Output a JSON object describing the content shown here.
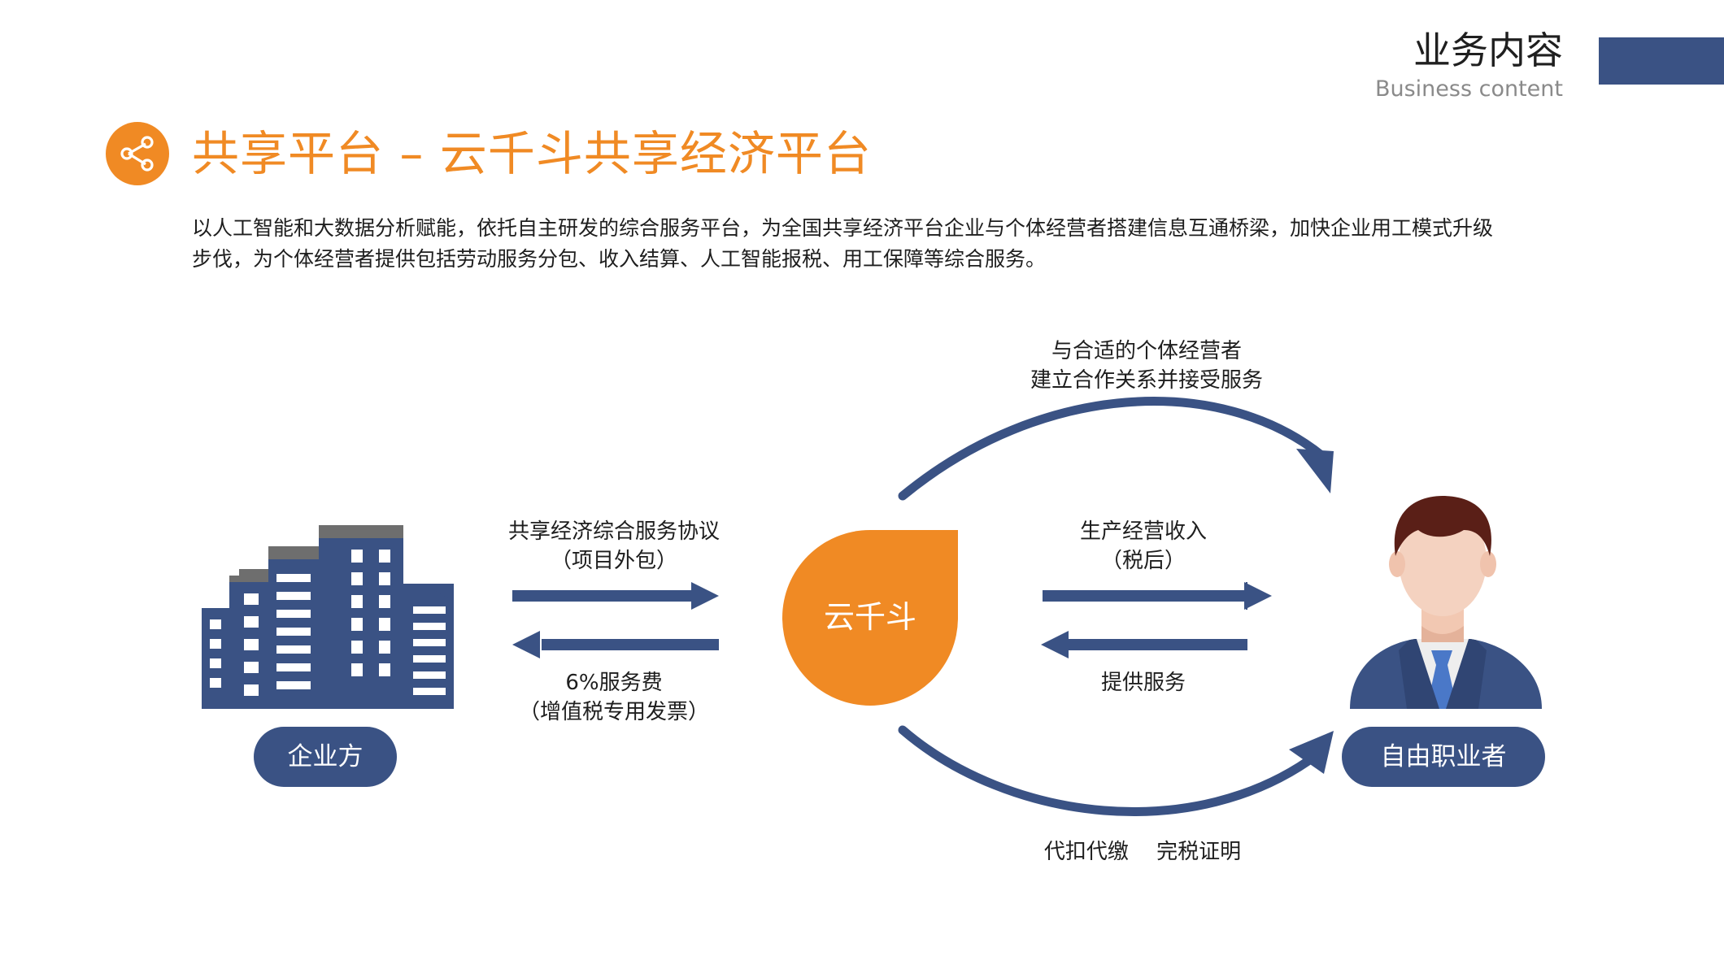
{
  "header": {
    "section_title": "业务内容",
    "section_subtitle": "Business content"
  },
  "title": {
    "text": "共享平台 – 云千斗共享经济平台",
    "icon": "share-icon"
  },
  "intro": {
    "text": "以人工智能和大数据分析赋能，依托自主研发的综合服务平台，为全国共享经济平台企业与个体经营者搭建信息互通桥梁，加快企业用工模式升级步伐，为个体经营者提供包括劳动服务分包、收入结算、人工智能报税、用工保障等综合服务。"
  },
  "diagram": {
    "center_label": "云千斗",
    "left_entity_label": "企业方",
    "right_entity_label": "自由职业者",
    "left_top_caption": [
      "共享经济综合服务协议",
      "（项目外包）"
    ],
    "left_bottom_caption": [
      "6%服务费",
      "（增值税专用发票）"
    ],
    "right_top_caption": [
      "生产经营收入",
      "（税后）"
    ],
    "right_bottom_caption": [
      "提供服务"
    ],
    "top_arc_caption": [
      "与合适的个体经营者",
      "建立合作关系并接受服务"
    ],
    "bottom_arc_caption": "代扣代缴　 完税证明",
    "colors": {
      "navy": "#3a5284",
      "orange": "#f08a24",
      "gray_roof": "#6e6e6e"
    }
  }
}
